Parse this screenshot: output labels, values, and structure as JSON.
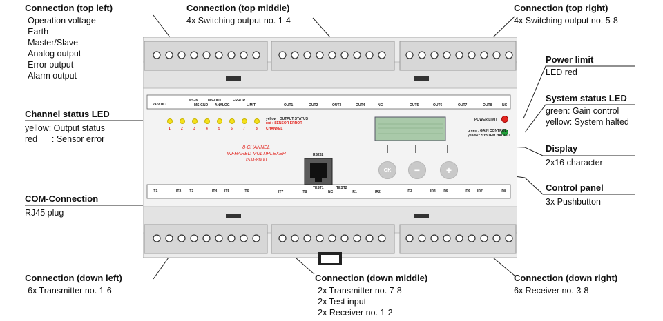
{
  "callouts": {
    "top_left": {
      "title": "Connection (top left)",
      "lines": [
        "-Operation voltage",
        "-Earth",
        "-Master/Slave",
        "-Analog output",
        "-Error output",
        "-Alarm output"
      ]
    },
    "top_middle": {
      "title": "Connection (top middle)",
      "lines": [
        "4x Switching output no. 1-4"
      ]
    },
    "top_right": {
      "title": "Connection (top right)",
      "lines": [
        "4x Switching output no. 5-8"
      ]
    },
    "power_limit": {
      "title": "Power limit",
      "lines": [
        "LED red"
      ]
    },
    "system_status": {
      "title": "System status LED",
      "lines": [
        "green: Gain control",
        "yellow: System halted"
      ]
    },
    "channel_status": {
      "title": "Channel status LED",
      "lines": [
        "yellow: Output status",
        "red      : Sensor error"
      ]
    },
    "display": {
      "title": "Display",
      "lines": [
        "2x16 character"
      ]
    },
    "com": {
      "title": "COM-Connection",
      "lines": [
        "RJ45 plug"
      ]
    },
    "control_panel": {
      "title": "Control panel",
      "lines": [
        "3x Pushbutton"
      ]
    },
    "down_left": {
      "title": "Connection (down left)",
      "lines": [
        "-6x Transmitter no. 1-6"
      ]
    },
    "down_middle": {
      "title": "Connection (down middle)",
      "lines": [
        "-2x Transmitter no. 7-8",
        "-2x Test input",
        "-2x Receiver no. 1-2"
      ]
    },
    "down_right": {
      "title": "Connection (down right)",
      "lines": [
        "6x Receiver no. 3-8"
      ]
    }
  },
  "device": {
    "name_line1": "8-CHANNEL",
    "name_line2": "INFRARED MULTIPLEXER",
    "name_line3": "ISM-8000",
    "rs232_label": "RS232",
    "channel_label": "CHANNEL",
    "channel_numbers": [
      "1",
      "2",
      "3",
      "4",
      "5",
      "6",
      "7",
      "8"
    ],
    "led_legend_1": "yellow : OUTPUT STATUS",
    "led_legend_2": "red      : SENSOR ERROR",
    "power_limit_label": "POWER LIMIT",
    "status_legend_1": "green : GAIN CONTROL",
    "status_legend_2": "yellow : SYSTEM HALTED",
    "buttons": [
      "OK",
      "−",
      "+"
    ],
    "top_labels_left": [
      "24 V DC",
      "MS-IN",
      "MS-GND",
      "MS-OUT",
      "ANALOG",
      "ERROR",
      "LIMIT"
    ],
    "top_labels_mid": [
      "OUT1",
      "OUT2",
      "OUT3",
      "OUT4",
      "NC"
    ],
    "top_labels_right": [
      "OUT5",
      "OUT6",
      "OUT7",
      "OUT8",
      "NC"
    ],
    "bottom_labels_left": [
      "IT1",
      "IT2",
      "IT3",
      "IT4",
      "IT5",
      "IT6"
    ],
    "bottom_labels_mid": [
      "IT7",
      "IT8",
      "TEST1",
      "NC",
      "TEST2",
      "IR1",
      "IR2"
    ],
    "bottom_labels_right": [
      "IR3",
      "IR4",
      "IR5",
      "IR6",
      "IR7",
      "IR8"
    ]
  }
}
